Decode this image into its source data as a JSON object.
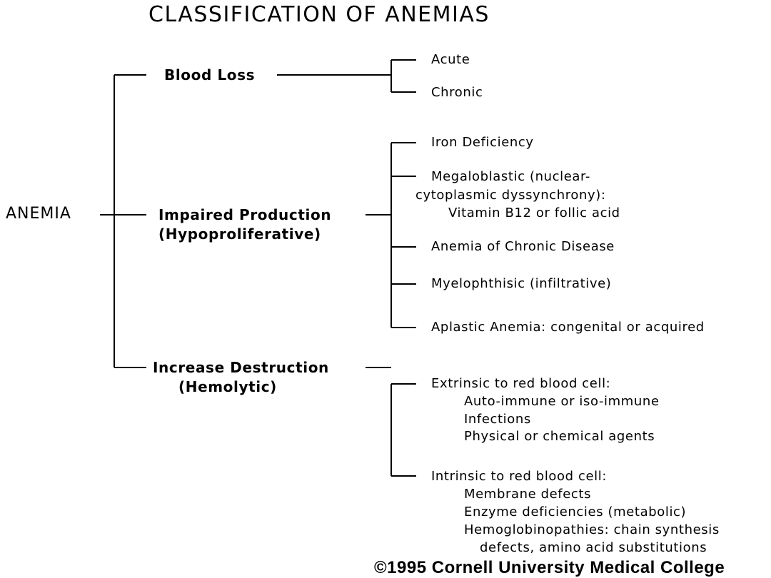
{
  "title": "CLASSIFICATION OF ANEMIAS",
  "root": "ANEMIA",
  "categories": {
    "blood_loss": {
      "label": "Blood Loss",
      "children": [
        "Acute",
        "Chronic"
      ]
    },
    "impaired_production": {
      "label_line1": "Impaired Production",
      "label_line2": "(Hypoproliferative)",
      "children": {
        "iron": "Iron Deficiency",
        "megaloblastic": {
          "line1": "Megaloblastic (nuclear-",
          "line2": "cytoplasmic dyssynchrony):",
          "line3": "Vitamin B12 or follic acid"
        },
        "chronic_disease": "Anemia of Chronic Disease",
        "myelophthisic": "Myelophthisic (infiltrative)",
        "aplastic": "Aplastic Anemia: congenital or acquired"
      }
    },
    "increase_destruction": {
      "label_line1": "Increase Destruction",
      "label_line2": "(Hemolytic)",
      "extrinsic": {
        "heading": "Extrinsic to red blood cell:",
        "items": [
          "Auto-immune or iso-immune",
          "Infections",
          "Physical or chemical agents"
        ]
      },
      "intrinsic": {
        "heading": "Intrinsic to red blood cell:",
        "items": [
          "Membrane defects",
          "Enzyme deficiencies (metabolic)",
          "Hemoglobinopathies: chain synthesis"
        ],
        "continuation": "defects, amino acid substitutions"
      }
    }
  },
  "copyright": "©1995 Cornell University Medical College"
}
